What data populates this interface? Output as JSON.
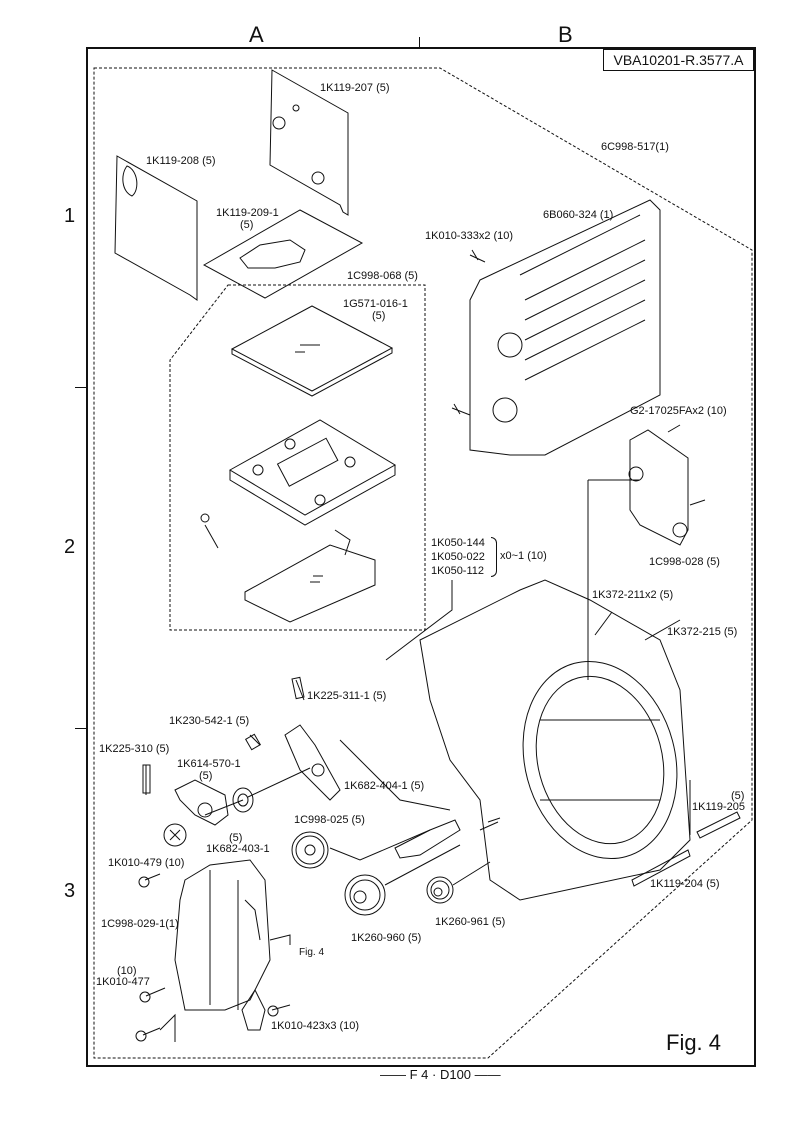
{
  "document": {
    "reference_code": "VBA10201-R.3577.A",
    "figure_label": "Fig.  4",
    "footer": "—— F 4 · D100 ——",
    "grid": {
      "columns": [
        "A",
        "B"
      ],
      "rows": [
        "1",
        "2",
        "3"
      ]
    }
  },
  "parts": {
    "p_1k119_207": "1K119-207 (5)",
    "p_1k119_208": "1K119-208 (5)",
    "p_1k119_209_1": "1K119-209-1",
    "p_1k119_209_1_qty": "(5)",
    "p_1c998_068": "1C998-068 (5)",
    "p_1g571_016_1": "1G571-016-1",
    "p_1g571_016_1_qty": "(5)",
    "p_6c998_517": "6C998-517(1)",
    "p_6b060_324": "6B060-324 (1)",
    "p_1k010_333": "1K010-333x2 (10)",
    "p_g2_17025": "G2-17025FAx2 (10)",
    "p_1c998_028": "1C998-028 (5)",
    "p_1k050_group": [
      "1K050-144",
      "1K050-022",
      "1K050-112"
    ],
    "p_1k050_qty": "x0~1 (10)",
    "p_1k372_211": "1K372-211x2 (5)",
    "p_1k372_215": "1K372-215 (5)",
    "p_1k225_311_1": "1K225-311-1 (5)",
    "p_1k230_542_1": "1K230-542-1 (5)",
    "p_1k225_310": "1K225-310 (5)",
    "p_1k614_570_1": "1K614-570-1",
    "p_1k614_570_1_qty": "(5)",
    "p_1k682_404_1": "1K682-404-1 (5)",
    "p_1c998_025": "1C998-025 (5)",
    "p_1k682_403_1": "1K682-403-1",
    "p_1k682_403_1_qty": "(5)",
    "p_1k010_479": "1K010-479 (10)",
    "p_1k119_205": "1K119-205",
    "p_1k119_205_qty": "(5)",
    "p_1k119_204": "1K119-204 (5)",
    "p_1k260_960": "1K260-960 (5)",
    "p_1k260_961": "1K260-961 (5)",
    "p_1c998_029_1": "1C998-029-1(1)",
    "p_1k010_477": "1K010-477",
    "p_1k010_477_qty": "(10)",
    "p_1k010_423": "1K010-423x3 (10)",
    "fig_ref_small": "Fig. 4"
  }
}
